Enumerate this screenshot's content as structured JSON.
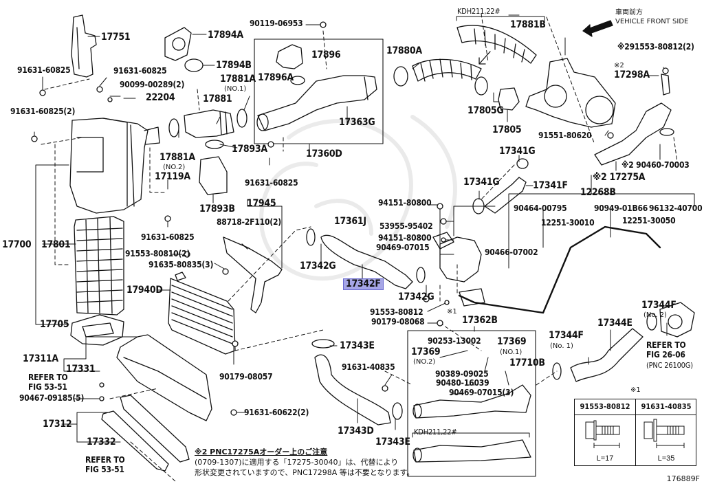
{
  "diagram": {
    "figure_id": "176889F",
    "direction": {
      "jp": "車両前方",
      "en": "VEHICLE FRONT SIDE",
      "icon": "arrow-left-icon"
    },
    "labels": {
      "p17751": "17751",
      "p17894A": "17894A",
      "p90119_06953": "90119-06953",
      "p17896": "17896",
      "p17896A": "17896A",
      "p17894B": "17894B",
      "p17881A_1": "17881A",
      "p17881A_1_sub": "(NO.1)",
      "p91631_60825_a": "91631-60825",
      "p91631_60825_b": "91631-60825",
      "p90099_00289": "90099-00289(2)",
      "p22204": "22204",
      "p17881": "17881",
      "p17363G": "17363G",
      "p91631_60825_2": "91631-60825(2)",
      "p17881A_2": "17881A",
      "p17881A_2_sub": "(NO.2)",
      "p17893A": "17893A",
      "p17360D": "17360D",
      "p17119A": "17119A",
      "p91631_60825_c": "91631-60825",
      "p17893B": "17893B",
      "p91631_60825_d": "91631-60825",
      "p17945": "17945",
      "p88718": "88718-2F110(2)",
      "p91553_80810": "91553-80810(2)",
      "p91635_80835": "91635-80835(3)",
      "p17700": "17700",
      "p17801": "17801",
      "p17940D": "17940D",
      "p17705": "17705",
      "p17311A": "17311A",
      "p17331": "17331",
      "refer_5351_a": "REFER TO",
      "refer_5351_a2": "FIG 53-51",
      "p90467": "90467-09185(5)",
      "p17312": "17312",
      "p17332": "17332",
      "refer_5351_b": "REFER TO",
      "refer_5351_b2": "FIG 53-51",
      "p90179_08057": "90179-08057",
      "p91631_60622": "91631-60622(2)",
      "p17343E_a": "17343E",
      "p91631_40835": "91631-40835",
      "p17343D": "17343D",
      "p17343E_b": "17343E",
      "kdh_top": "KDH211,22#",
      "p17881B": "17881B",
      "p17880A": "17880A",
      "p17805G": "17805G",
      "p17805": "17805",
      "p91553_80812_2": "※291553-80812(2)",
      "p17298A_mark": "※2",
      "p17298A": "17298A",
      "p91551_80620": "91551-80620",
      "p90460_70003": "※2 90460-70003",
      "p17275A": "※2 17275A",
      "p17341G_a": "17341G",
      "p17341G_b": "17341G",
      "p17341F": "17341F",
      "p12268B": "12268B",
      "p90464_00795": "90464-00795",
      "p12251_30010": "12251-30010",
      "p90949_01B66": "90949-01B66",
      "p96132_40700": "96132-40700",
      "p12251_30050": "12251-30050",
      "p90466_07002": "90466-07002",
      "p17361J": "17361J",
      "p94151_80800_a": "94151-80800",
      "p53955_95402": "53955-95402",
      "p94151_80800_b": "94151-80800",
      "p90469_07015": "90469-07015",
      "p17342G_a": "17342G",
      "p17342F": "17342F",
      "p17342G_b": "17342G",
      "p91553_80812": "91553-80812",
      "p90179_08068": "90179-08068",
      "mark1": "※1",
      "p17362B": "17362B",
      "p90253_13002": "90253-13002",
      "p17369_1": "17369",
      "p17369_1_sub": "(NO.1)",
      "p17369_2": "17369",
      "p17369_2_sub": "(NO.2)",
      "p17710B": "17710B",
      "p90389_09025": "90389-09025",
      "p90480_16039": "90480-16039",
      "p90469_07015_3": "90469-07015(3)",
      "kdh_bottom": "KDH211,22#",
      "p17344F_2": "17344F",
      "p17344F_2_sub": "(No. 2)",
      "p17344E": "17344E",
      "p17344F_1": "17344F",
      "p17344F_1_sub": "(No. 1)",
      "refer_2606": "REFER TO",
      "refer_2606_2": "FIG 26-06",
      "refer_2606_3": "(PNC 26100G)"
    },
    "highlighted_part": "17342F",
    "highlight_color": "#a6a6e6",
    "bolt_table": {
      "mark": "※1",
      "columns": [
        {
          "part": "91553-80812",
          "length": "L=17"
        },
        {
          "part": "91631-40835",
          "length": "L=35"
        }
      ]
    },
    "note": {
      "title": "※2 PNC17275Aオーダー上のご注意",
      "line1": "(0709-1307)に適用する「17275-30040」は、代替により",
      "line2": "形状変更されていますので、PNC17298A 等は不要となります。"
    }
  }
}
